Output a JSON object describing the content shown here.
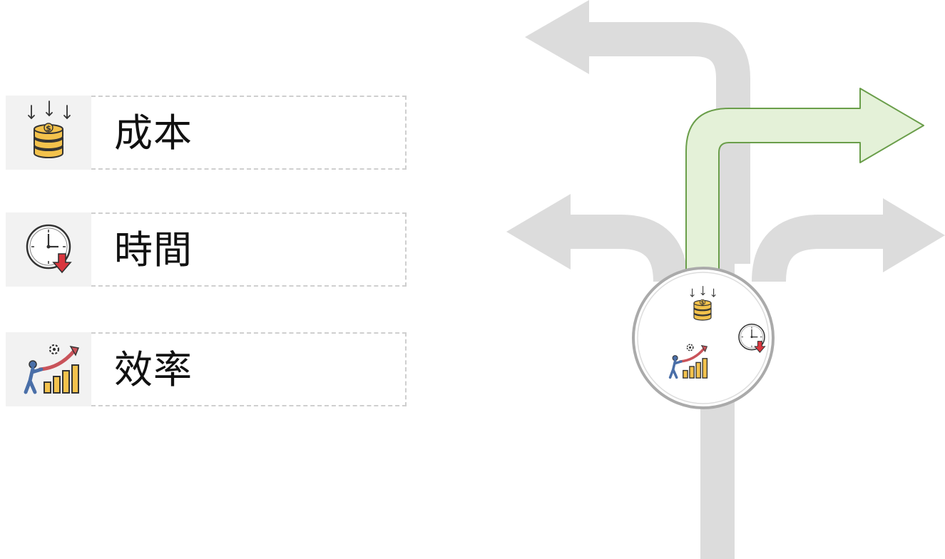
{
  "items": [
    {
      "label": "成本",
      "icon": "coin-stack-cost-icon"
    },
    {
      "label": "時間",
      "icon": "clock-time-reduction-icon"
    },
    {
      "label": "效率",
      "icon": "efficiency-growth-icon"
    }
  ],
  "colors": {
    "road_gray": "#dcdcdc",
    "chosen_path_fill": "#e4f1d8",
    "chosen_path_stroke": "#6a9e4a",
    "coin": "#f3c24c",
    "down_arrow": "#d9363e",
    "person": "#4a6fa8",
    "growth_arrow": "#c9535a"
  }
}
